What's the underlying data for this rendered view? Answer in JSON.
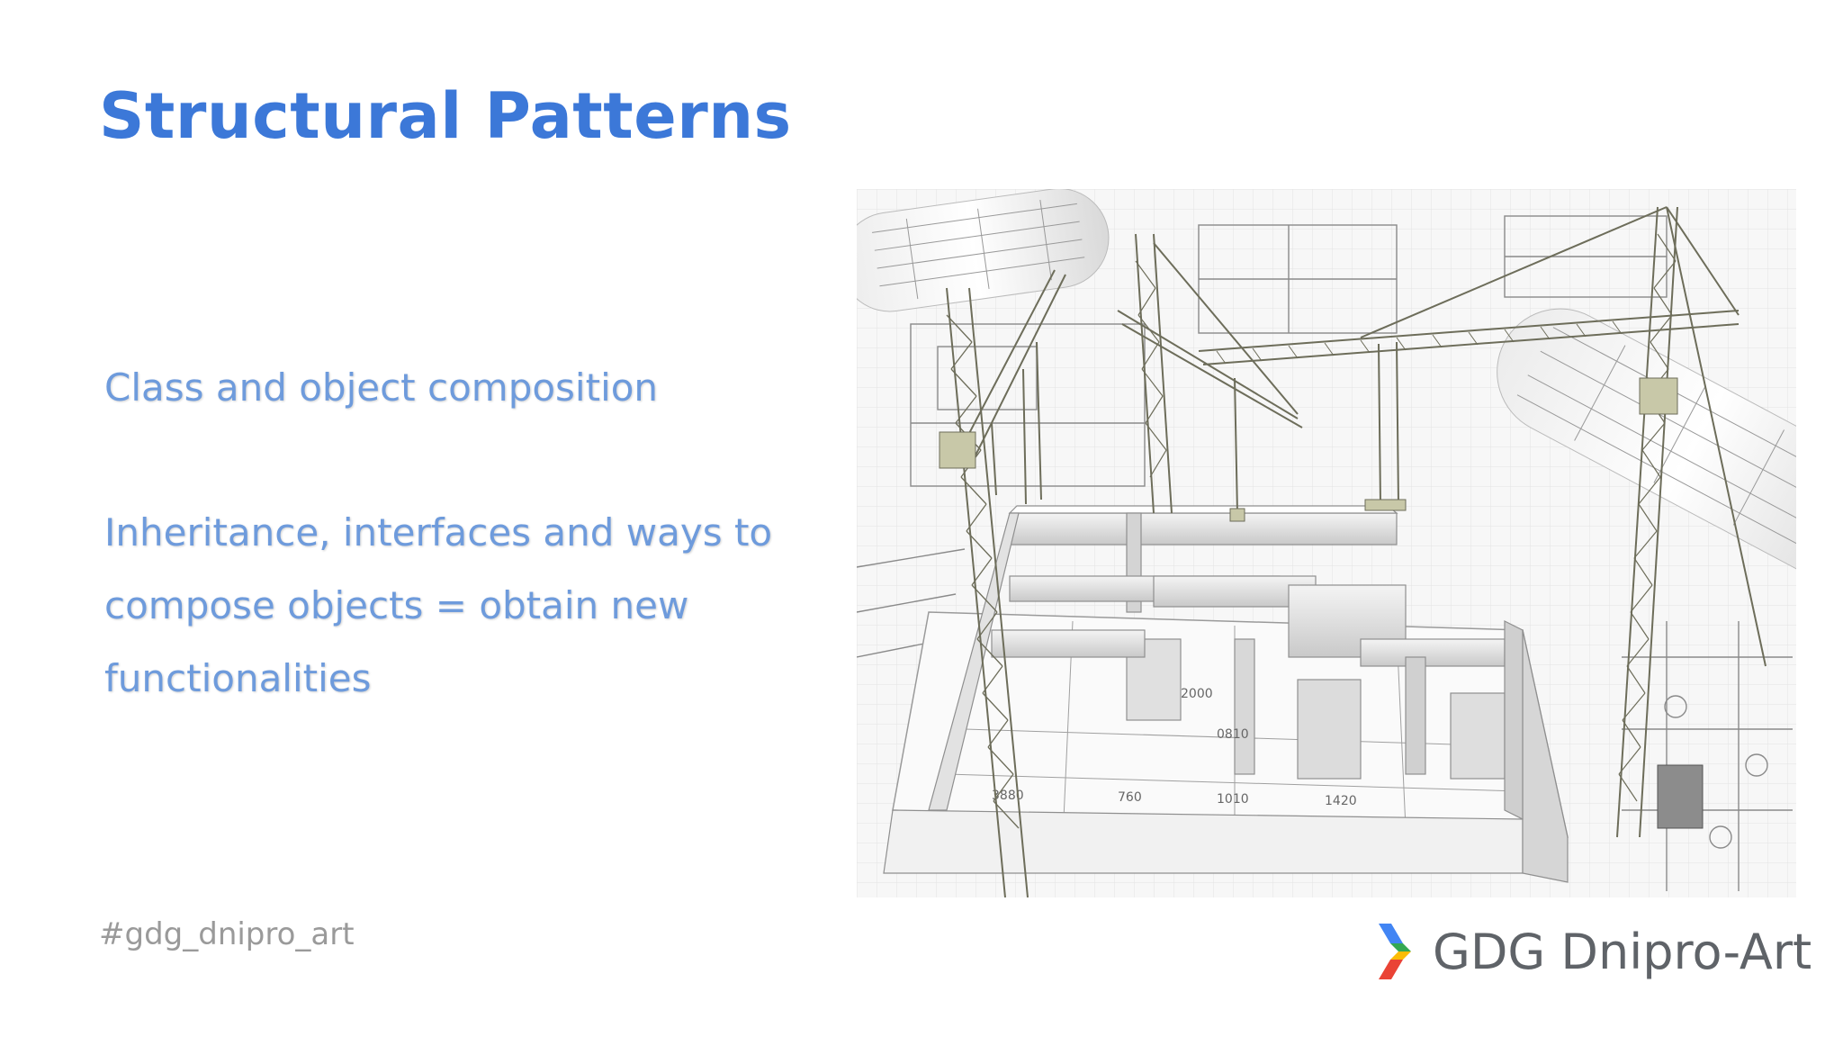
{
  "slide": {
    "title": "Structural Patterns",
    "points": [
      "Class and object composition",
      "Inheritance, interfaces and ways to compose objects = obtain new functionalities"
    ],
    "hashtag": "#gdg_dnipro_art"
  },
  "logo": {
    "text": "GDG Dnipro-Art",
    "colors": [
      "#4285f4",
      "#34a853",
      "#fbbc05",
      "#ea4335"
    ]
  },
  "image": {
    "icon": "construction-cranes-blueprint-image"
  },
  "colors": {
    "title": "#3c78d8",
    "body": "#6e9bdc",
    "hashtag": "#9a9a9a",
    "logo_text": "#5f6368"
  }
}
